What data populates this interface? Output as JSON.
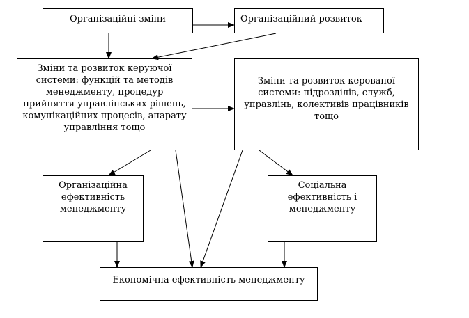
{
  "boxes": {
    "org_changes": "Організаційні зміни",
    "org_development": "Організаційний розвиток",
    "managing_system": "Зміни та розвиток керуючої\nсистеми: функцій та методів\nменеджменту, процедур\nприйняття управлінських рішень,\nкомунікаційних процесів, апарату\nуправління тощо",
    "managed_system": "Зміни та розвиток керованої\nсистеми: підрозділів, служб,\nуправлінь, колективів працівників\nтощо",
    "org_efficiency": "Організаційна\nефективність\nменеджменту",
    "social_efficiency": "Соціальна\nефективність і\nменеджменту",
    "economic_efficiency": "Економічна ефективність менеджменту"
  },
  "colors": {
    "line": "#000000",
    "box_border": "#000000",
    "background": "#ffffff"
  }
}
